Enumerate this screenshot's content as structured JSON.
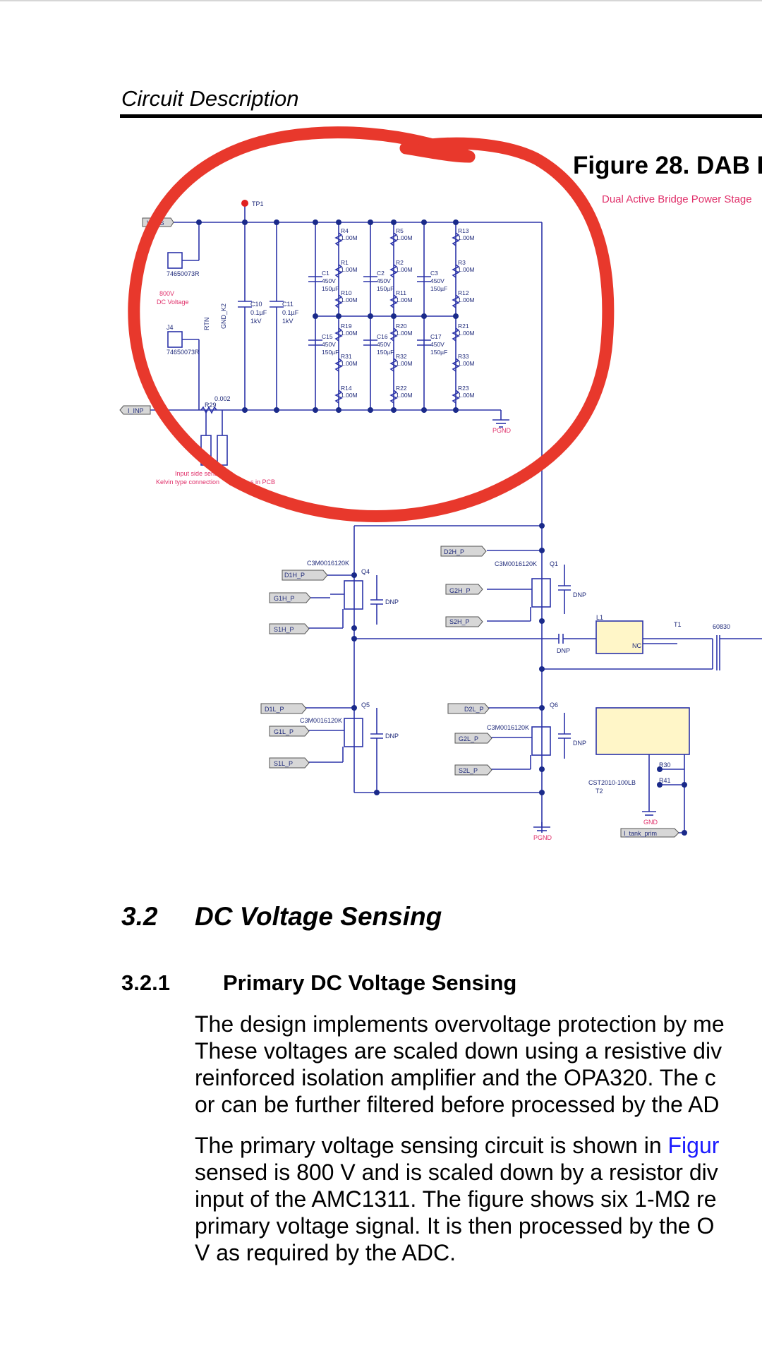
{
  "header": {
    "section_title": "Circuit Description"
  },
  "figure": {
    "title": "Figure 28. DAB I",
    "subtitle": "Dual Active Bridge Power Stage"
  },
  "schematic": {
    "labels": {
      "vbus": "VBUS",
      "tp1": "TP1",
      "i_inp": "I_INP",
      "r29": "R29",
      "r29_val": "0.002",
      "j3_part": "74650073R",
      "j4": "J4",
      "j4_part": "74650073R",
      "note_800v_1": "800V",
      "note_800v_2": "DC Voltage",
      "note_input_1": "Input side sense r",
      "note_input_2": "Kelvin type connection",
      "note_input_3": "s in PCB",
      "c10": "C10",
      "c10_v1": "0.1µF",
      "c10_v2": "1kV",
      "c11": "C11",
      "c11_v1": "0.1µF",
      "c11_v2": "1kV",
      "pgnd_top": "PGND",
      "pgnd_bottom": "PGND",
      "gnd": "GND",
      "d1h": "D1H_P",
      "g1h": "G1H_P",
      "s1h": "S1H_P",
      "d2h": "D2H_P",
      "g2h": "G2H_P",
      "s2h": "S2H_P",
      "d1l": "D1L_P",
      "g1l": "G1L_P",
      "s1l": "S1L_P",
      "d2l": "D2L_P",
      "g2l": "G2L_P",
      "s2l": "S2L_P",
      "mosfet_part": "C3M0016120K",
      "q4": "Q4",
      "q1": "Q1",
      "q5": "Q5",
      "q6": "Q6",
      "dnp": "DNP",
      "l1": "L1",
      "nc": "NC",
      "t1": "T1",
      "t1_part": "60830",
      "t2_part": "CST2010-100LB",
      "t2": "T2",
      "r30": "R30",
      "r41": "R41",
      "i_tank": "I_tank_prim",
      "rtn": "RTN",
      "gnd_k2": "GND_K2"
    },
    "resistor_cols": [
      [
        "R4",
        "R1",
        "R10",
        "R19",
        "R31",
        "R14"
      ],
      [
        "R5",
        "R2",
        "R11",
        "R20",
        "R32",
        "R22"
      ],
      [
        "R13",
        "R3",
        "R12",
        "R21",
        "R33",
        "R23"
      ]
    ],
    "resistor_value": "1.00M",
    "cap_top": [
      "C1",
      "C2",
      "C3"
    ],
    "cap_bottom": [
      "C15",
      "C16",
      "C17"
    ],
    "cap_v1": "450V",
    "cap_v2": "150µF"
  },
  "annotation": {
    "highlight_color": "#e8382c"
  },
  "section_3_2": {
    "number": "3.2",
    "title": "DC Voltage Sensing"
  },
  "section_3_2_1": {
    "number": "3.2.1",
    "title": "Primary DC Voltage Sensing"
  },
  "paragraph1": [
    "The design implements overvoltage protection by me",
    "These voltages are scaled down using a resistive div",
    "reinforced isolation amplifier and the OPA320. The c",
    "or can be further filtered before processed by the AD"
  ],
  "paragraph2": {
    "line1_a": "The primary voltage sensing circuit is shown in ",
    "line1_link": "Figur",
    "rest": [
      "sensed is 800 V and is scaled down by a resistor div",
      "input of the AMC1311. The figure shows six 1-MΩ re",
      "primary voltage signal. It is then processed by the O",
      "V as required by the ADC."
    ]
  }
}
